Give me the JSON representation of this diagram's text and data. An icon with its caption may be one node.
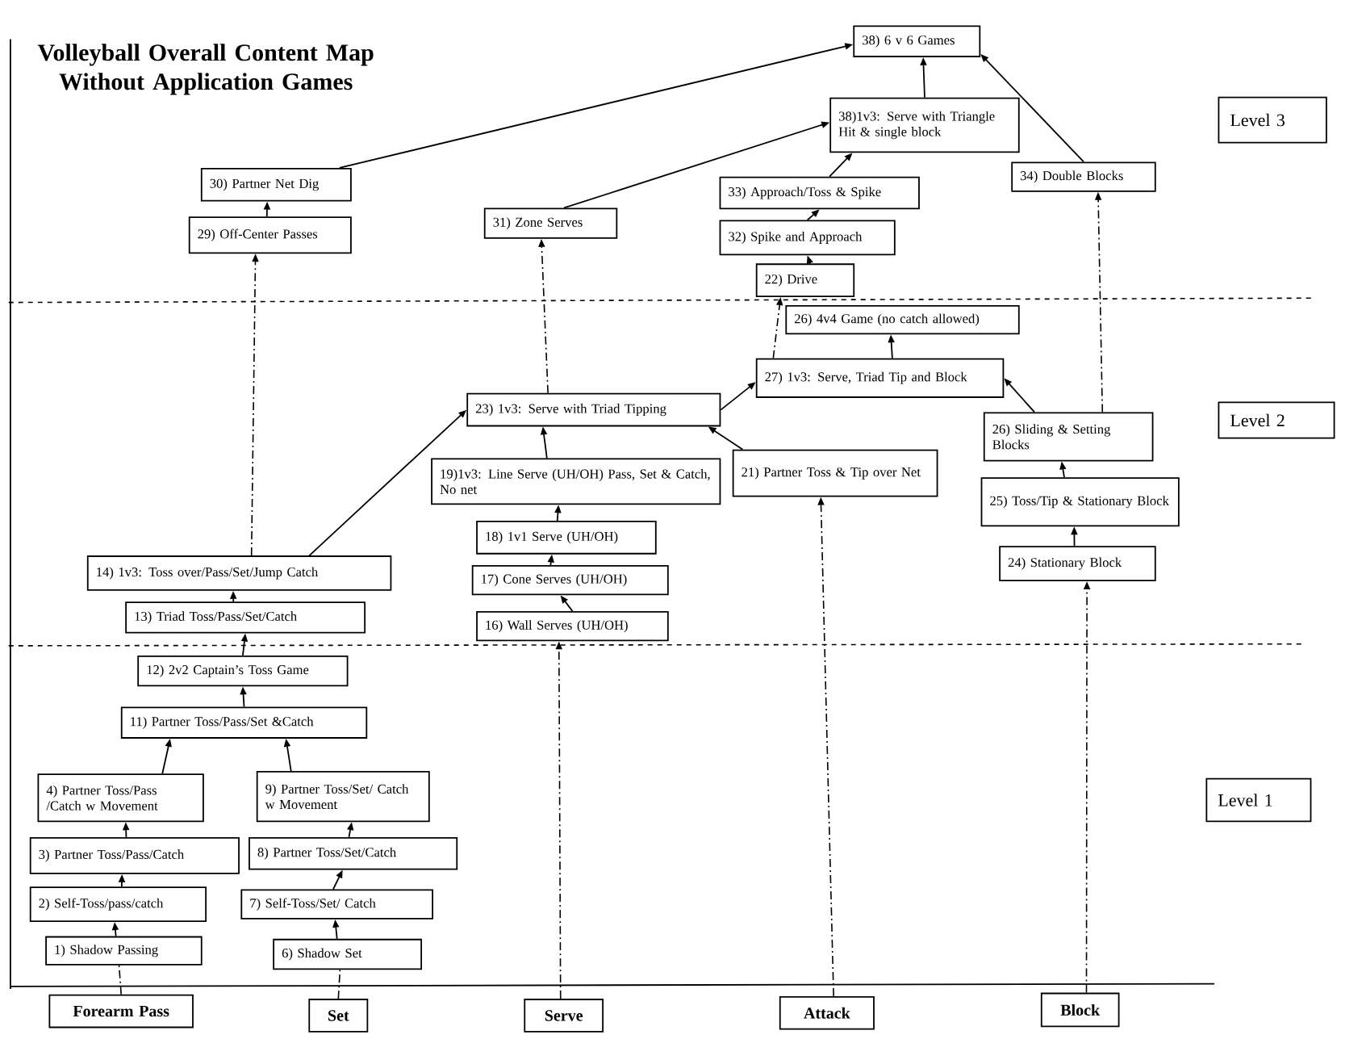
{
  "diagram": {
    "title": "Volleyball Overall Content Map Without Application Games",
    "nodes": [
      {
        "text": [
          "38) 6 v 6 Games"
        ]
      },
      {
        "text": [
          "38)1v3: Serve with Triangle Hit & single block"
        ]
      },
      {
        "text": [
          "Level 3"
        ]
      },
      {
        "text": [
          "34) Double Blocks"
        ]
      },
      {
        "text": [
          "30) Partner Net Dig"
        ]
      },
      {
        "text": [
          "33) Approach/Toss & Spike"
        ]
      },
      {
        "text": [
          "31) Zone Serves"
        ]
      },
      {
        "text": [
          "29) Off-Center Passes"
        ]
      },
      {
        "text": [
          "32) Spike and Approach"
        ]
      },
      {
        "text": [
          "22) Drive"
        ]
      },
      {
        "text": [
          "26) 4v4 Game (no catch allowed)"
        ]
      },
      {
        "text": [
          "27) 1v3: Serve, Triad Tip and Block"
        ]
      },
      {
        "text": [
          "23) 1v3: Serve with Triad Tipping"
        ]
      },
      {
        "text": [
          "Level 2"
        ]
      },
      {
        "text": [
          "26) Sliding & Setting Blocks"
        ]
      },
      {
        "text": [
          "19)1v3: Line Serve (UH/OH) Pass, Set & Catch, No net"
        ]
      },
      {
        "text": [
          "21) Partner Toss & Tip over Net"
        ]
      },
      {
        "text": [
          "25) Toss/Tip & Stationary Block"
        ]
      },
      {
        "text": [
          "18) 1v1 Serve (UH/OH)"
        ]
      },
      {
        "text": [
          "24) Stationary Block"
        ]
      },
      {
        "text": [
          "14) 1v3: Toss over/Pass/Set/Jump Catch"
        ]
      },
      {
        "text": [
          "17) Cone Serves (UH/OH)"
        ]
      },
      {
        "text": [
          "13) Triad Toss/Pass/Set/Catch"
        ]
      },
      {
        "text": [
          "16) Wall Serves (UH/OH)"
        ]
      },
      {
        "text": [
          "12) 2v2 Captain’s Toss Game"
        ]
      },
      {
        "text": [
          "11) Partner Toss/Pass/Set &Catch"
        ]
      },
      {
        "text": [
          "Level 1"
        ]
      },
      {
        "text": [
          "4) Partner Toss/Pass /Catch w Movement"
        ]
      },
      {
        "text": [
          "9) Partner Toss/Set/ Catch w Movement"
        ]
      },
      {
        "text": [
          "3) Partner Toss/Pass/Catch"
        ]
      },
      {
        "text": [
          "8) Partner Toss/Set/Catch"
        ]
      },
      {
        "text": [
          "2) Self-Toss/pass/catch"
        ]
      },
      {
        "text": [
          "7) Self-Toss/Set/ Catch"
        ]
      },
      {
        "text": [
          "1) Shadow Passing"
        ]
      },
      {
        "text": [
          "6) Shadow Set"
        ]
      },
      {
        "text": [
          "Forearm Pass"
        ]
      },
      {
        "text": [
          "Set"
        ]
      },
      {
        "text": [
          "Serve"
        ]
      },
      {
        "text": [
          "Attack"
        ]
      },
      {
        "text": [
          "Block"
        ]
      }
    ],
    "edges": [
      {
        "from": 4,
        "to": 0,
        "arrow": "to"
      },
      {
        "from": 6,
        "to": 1,
        "arrow": "to"
      },
      {
        "from": 1,
        "to": 0,
        "arrow": "to"
      },
      {
        "from": 3,
        "to": 0,
        "arrow": "to"
      },
      {
        "from": 5,
        "to": 1,
        "arrow": "to"
      },
      {
        "from": 8,
        "to": 5,
        "arrow": "to"
      },
      {
        "from": 9,
        "to": 8,
        "arrow": "to"
      },
      {
        "from": 11,
        "to": 9,
        "arrow": "to",
        "style": "dashed"
      },
      {
        "from": 11,
        "to": 10,
        "arrow": "to"
      },
      {
        "from": 12,
        "to": 11,
        "arrow": "to"
      },
      {
        "from": 14,
        "to": 11,
        "arrow": "to"
      },
      {
        "from": 14,
        "to": 3,
        "arrow": "to",
        "style": "dashed"
      },
      {
        "from": 16,
        "to": 12,
        "arrow": "to"
      },
      {
        "from": 15,
        "to": 12,
        "arrow": "to"
      },
      {
        "from": 12,
        "to": 6,
        "arrow": "to",
        "style": "dashed"
      },
      {
        "from": 20,
        "to": 12,
        "arrow": "to"
      },
      {
        "from": 18,
        "to": 15,
        "arrow": "to"
      },
      {
        "from": 21,
        "to": 18,
        "arrow": "to"
      },
      {
        "from": 23,
        "to": 21,
        "arrow": "to"
      },
      {
        "from": 17,
        "to": 14,
        "arrow": "to"
      },
      {
        "from": 19,
        "to": 17,
        "arrow": "to"
      },
      {
        "from": 20,
        "to": 7,
        "arrow": "to",
        "style": "dashed"
      },
      {
        "from": 7,
        "to": 4,
        "arrow": "to"
      },
      {
        "from": 22,
        "to": 20,
        "arrow": "to"
      },
      {
        "from": 24,
        "to": 22,
        "arrow": "to"
      },
      {
        "from": 25,
        "to": 24,
        "arrow": "to"
      },
      {
        "from": 27,
        "to": 25,
        "arrow": "to"
      },
      {
        "from": 28,
        "to": 25,
        "arrow": "to"
      },
      {
        "from": 29,
        "to": 27,
        "arrow": "to"
      },
      {
        "from": 30,
        "to": 28,
        "arrow": "to"
      },
      {
        "from": 31,
        "to": 29,
        "arrow": "to"
      },
      {
        "from": 32,
        "to": 30,
        "arrow": "to"
      },
      {
        "from": 33,
        "to": 31,
        "arrow": "to"
      },
      {
        "from": 34,
        "to": 32,
        "arrow": "to"
      },
      {
        "from": 35,
        "to": 33,
        "arrow": "none",
        "style": "dashed"
      },
      {
        "from": 36,
        "to": 34,
        "arrow": "none",
        "style": "dashed"
      },
      {
        "from": 37,
        "to": 23,
        "arrow": "to",
        "style": "dashed"
      },
      {
        "from": 38,
        "to": 16,
        "arrow": "to",
        "style": "dashed"
      },
      {
        "from": 39,
        "to": 19,
        "arrow": "to",
        "style": "dashed"
      }
    ]
  }
}
